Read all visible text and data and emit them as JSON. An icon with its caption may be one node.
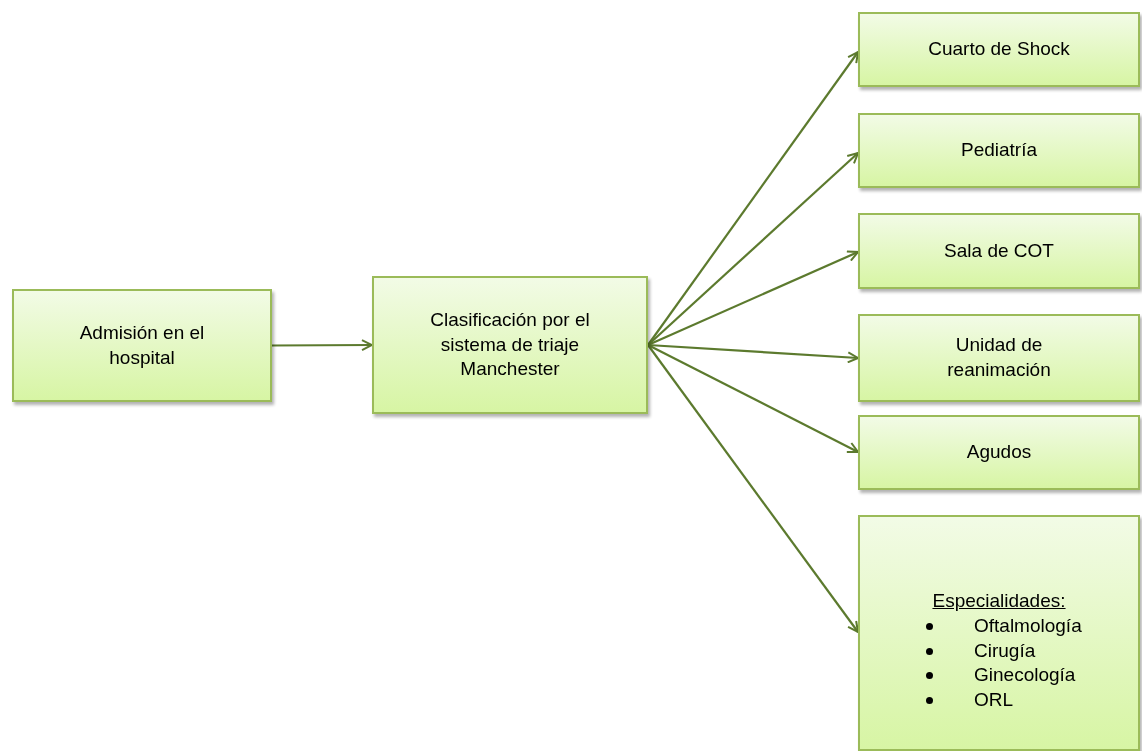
{
  "diagram": {
    "nodes": [
      {
        "text": [
          "Admisión en el hospital"
        ]
      },
      {
        "text": [
          "Clasificación por el sistema de triaje Manchester"
        ]
      },
      {
        "text": [
          "Cuarto de Shock"
        ]
      },
      {
        "text": [
          "Pediatría"
        ]
      },
      {
        "text": [
          "Sala de COT"
        ]
      },
      {
        "text": [
          "Unidad de reanimación"
        ]
      },
      {
        "text": [
          "Agudos"
        ]
      },
      {
        "text": [
          "Especialidades:",
          "Oftalmología",
          "Cirugía",
          "Ginecología",
          "ORL"
        ]
      }
    ],
    "edges": [
      {
        "from": 0,
        "to": 1,
        "arrow": "to"
      },
      {
        "from": 1,
        "to": 2,
        "arrow": "to"
      },
      {
        "from": 1,
        "to": 3,
        "arrow": "to"
      },
      {
        "from": 1,
        "to": 4,
        "arrow": "to"
      },
      {
        "from": 1,
        "to": 5,
        "arrow": "to"
      },
      {
        "from": 1,
        "to": 6,
        "arrow": "to"
      },
      {
        "from": 1,
        "to": 7,
        "arrow": "to"
      }
    ]
  }
}
